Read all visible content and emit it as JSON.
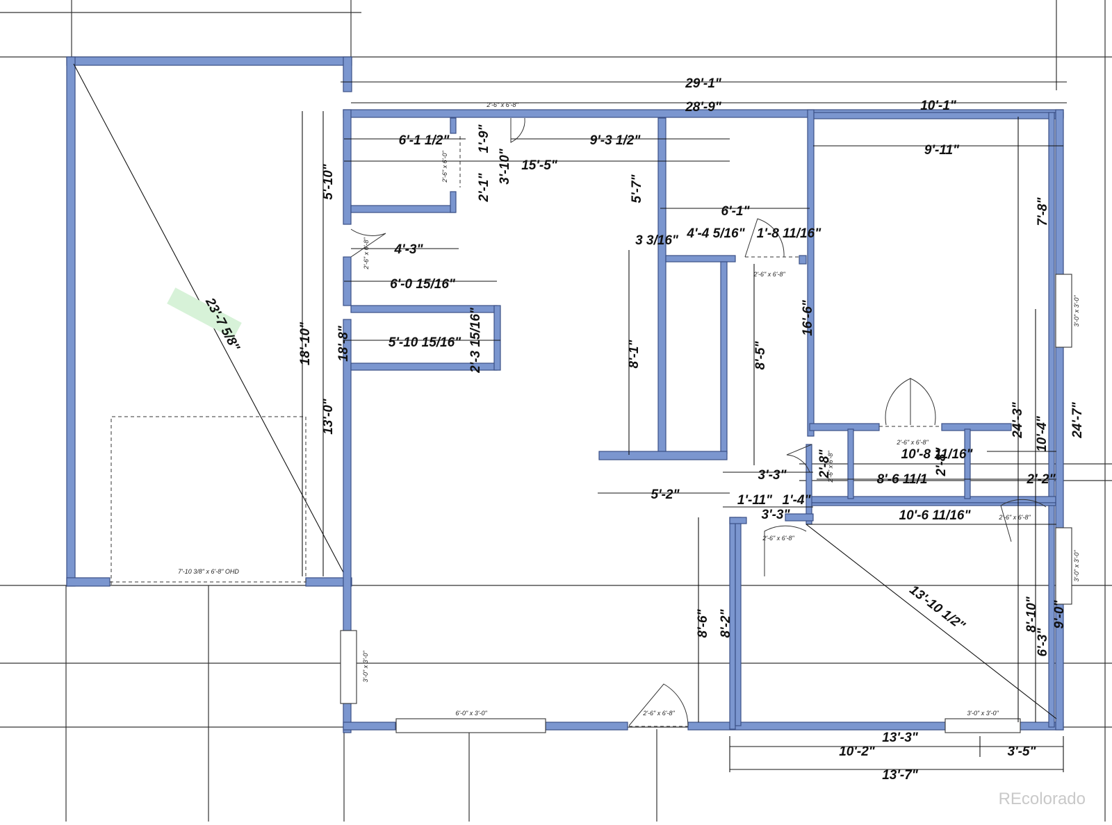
{
  "dimensions": {
    "overall_width": "29'-1\"",
    "inner_width": "28'-9\"",
    "right_width": "10'-1\"",
    "right_inner": "9'-11\"",
    "closet_top_w": "6'-1 1/2\"",
    "mid_top_w": "9'-3 1/2\"",
    "hall_w": "15'-5\"",
    "d_1_9": "1'-9\"",
    "d_3_10": "3'-10\"",
    "d_2_1": "2'-1\"",
    "left_5_10": "5'-10\"",
    "mid_5_7": "5'-7\"",
    "mid_6_1": "6'-1\"",
    "frac_3_16": "3 3/16\"",
    "frac_4_4": "4'-4 5/16\"",
    "frac_1_8": "1'-8 11/16\"",
    "d_4_3": "4'-3\"",
    "d_6_0": "6'-0 15/16\"",
    "d_5_10": "5'-10 15/16\"",
    "d_2_3": "2'-3 15/16\"",
    "diag": "23'-7 5/8\"",
    "left_18_10": "18'-10\"",
    "left_18_8": "18'-8\"",
    "left_13_0": "13'-0\"",
    "mid_8_1": "8'-1\"",
    "mid_8_5": "8'-5\"",
    "right_16_6": "16'-6\"",
    "right_7_8": "7'-8\"",
    "right_24_3": "24'-3\"",
    "right_10_4": "10'-4\"",
    "right_24_7": "24'-7\"",
    "b_10_8": "10'-8 11/16\"",
    "b_2_8": "2'-8\"",
    "b_2_8b": "2'-8\"",
    "b_8_6": "8'-6 11/1",
    "b_2_2": "2'-2\"",
    "b_3_3a": "3'-3\"",
    "b_5_2": "5'-2\"",
    "b_1_11": "1'-11\"",
    "b_1_4": "1'-4\"",
    "b_3_3b": "3'-3\"",
    "b_10_6": "10'-6 11/16\"",
    "diag2": "13'-10 1/2\"",
    "low_8_6": "8'-6\"",
    "low_8_2": "8'-2\"",
    "low_8_10": "8'-10\"",
    "low_6_3": "6'-3\"",
    "low_9_0": "9'-0\"",
    "bot_13_3": "13'-3\"",
    "bot_10_2": "10'-2\"",
    "bot_3_5": "3'-5\"",
    "bot_13_7": "13'-7\""
  },
  "labels": {
    "door_top": "2'-6\" x 6'-8\"",
    "door_closet": "2'-6\" x 6'-0\"",
    "door_left": "2'-6\" x 6'-8\"",
    "door_mid": "2'-6\" x 6'-8\"",
    "door_bath": "2'-6\" x 6'-8\"",
    "door_small": "2'-6\" x 6'-8\"",
    "door_bed": "2'-6\" x 6'-8\"",
    "door_right": "2'-6\" x 6'-8\"",
    "door_front": "2'-6\" x 6'-8\"",
    "win_right_top": "3'-0\" x 3'-0\"",
    "win_right_low": "3'-0\" x 3'-0\"",
    "win_left": "3'-0\" x 3'-0\"",
    "win_front": "6'-0\" x 3'-0\"",
    "win_bottom": "3'-0\" x 3'-0\"",
    "garage_door": "7'-10 3/8\" x 6'-8\" OHD"
  },
  "watermark": "REcolorado"
}
